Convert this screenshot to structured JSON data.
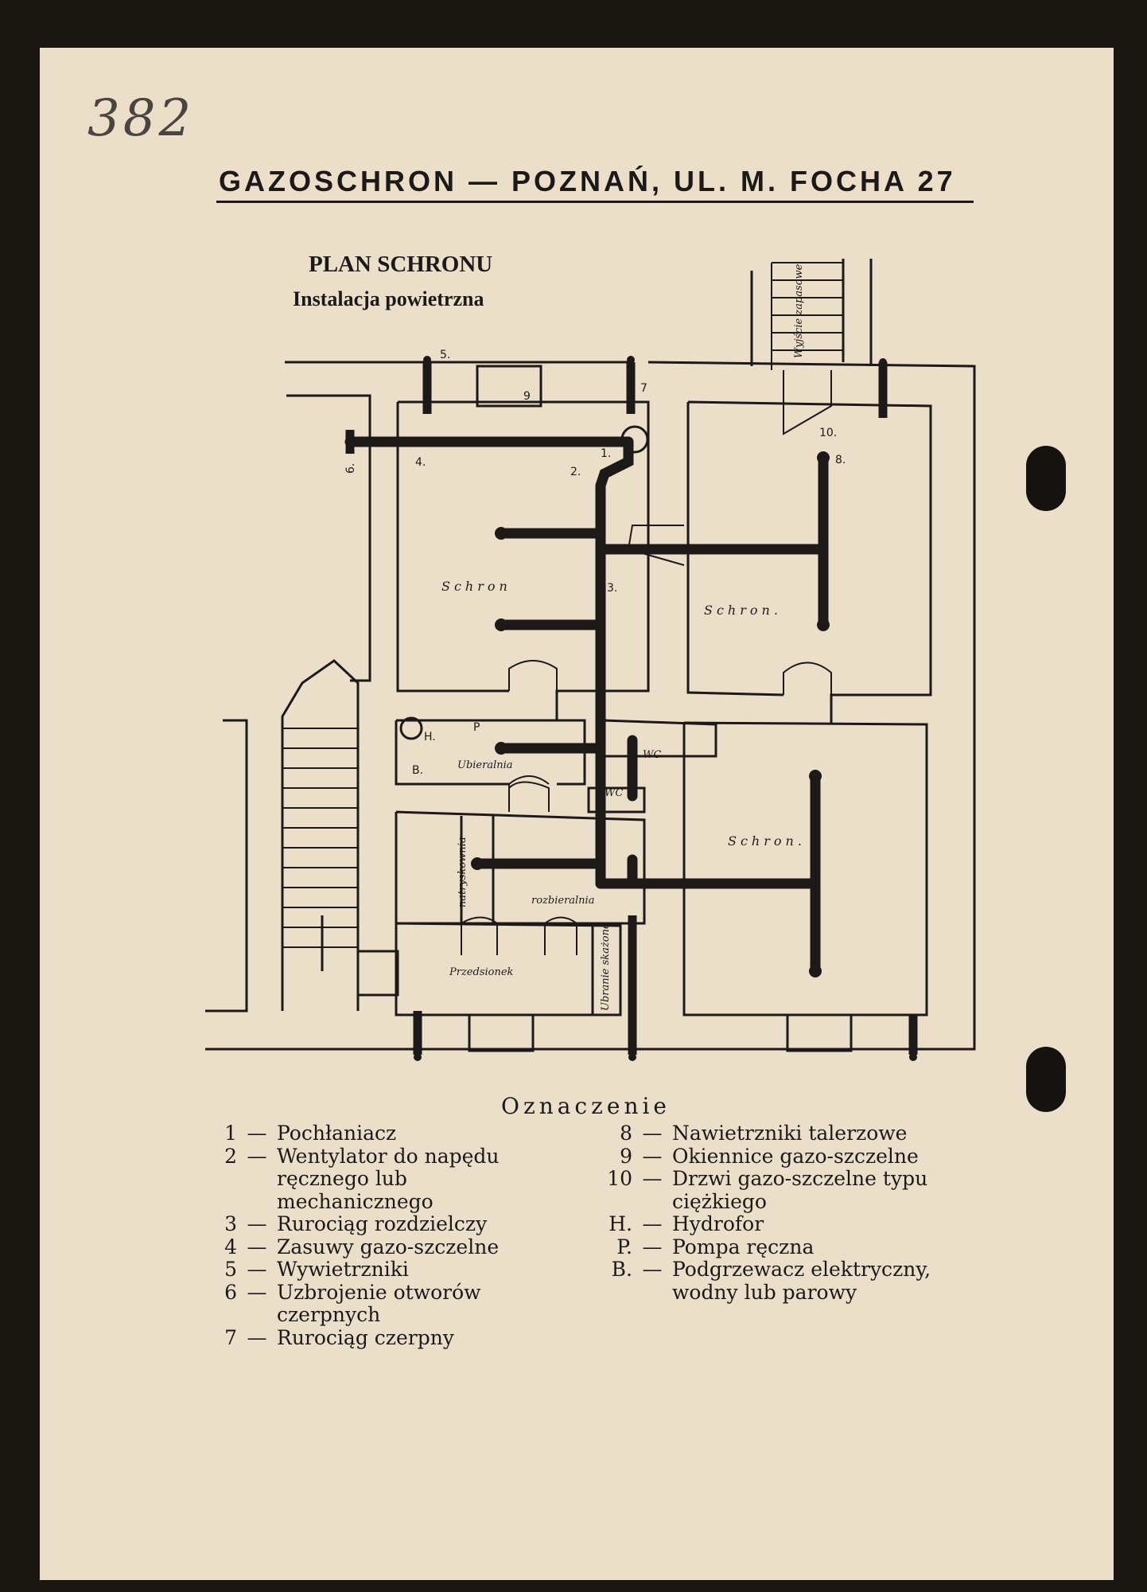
{
  "handwritten_number": "382",
  "header": {
    "title": "GAZOSCHRON — POZNAŃ, UL. M. FOCHA 27"
  },
  "plan": {
    "title": "PLAN SCHRONU",
    "subtitle": "Instalacja powietrzna",
    "rooms": {
      "schron_1": "Schron",
      "schron_2": "Schron.",
      "schron_3": "Schron.",
      "ubieralnia": "Ubieralnia",
      "natryskownia": "natryskownia",
      "rozbieralnia": "rozbieralnia",
      "przedsionek": "Przedsionek",
      "wyjscie_zapasowe": "Wyjście zapasowe",
      "ubranie_skazone": "Ubranie skażone",
      "wc1": "WC",
      "wc2": "WC"
    },
    "markers": {
      "n1": "1.",
      "n2": "2.",
      "n3": "3.",
      "n4": "4.",
      "n5": "5.",
      "n6": "6.",
      "n7": "7",
      "n8": "8.",
      "n9": "9",
      "n10": "10.",
      "H": "H.",
      "P": "P",
      "B": "B."
    }
  },
  "legend": {
    "heading": "Oznaczenie",
    "left": [
      {
        "key": "1",
        "text": "Pochłaniacz"
      },
      {
        "key": "2",
        "text": "Wentylator do napędu ręcznego lub mechanicznego"
      },
      {
        "key": "3",
        "text": "Rurociąg rozdzielczy"
      },
      {
        "key": "4",
        "text": "Zasuwy gazo-szczelne"
      },
      {
        "key": "5",
        "text": "Wywietrzniki"
      },
      {
        "key": "6",
        "text": "Uzbrojenie otworów czerpnych"
      },
      {
        "key": "7",
        "text": "Rurociąg czerpny"
      }
    ],
    "right": [
      {
        "key": "8",
        "text": "Nawietrzniki talerzowe"
      },
      {
        "key": "9",
        "text": "Okiennice gazo-szczelne"
      },
      {
        "key": "10",
        "text": "Drzwi gazo-szczelne typu ciężkiego"
      },
      {
        "key": "H.",
        "text": "Hydrofor"
      },
      {
        "key": "P.",
        "text": "Pompa ręczna"
      },
      {
        "key": "B.",
        "text": "Podgrzewacz elektryczny, wodny lub parowy"
      }
    ]
  }
}
